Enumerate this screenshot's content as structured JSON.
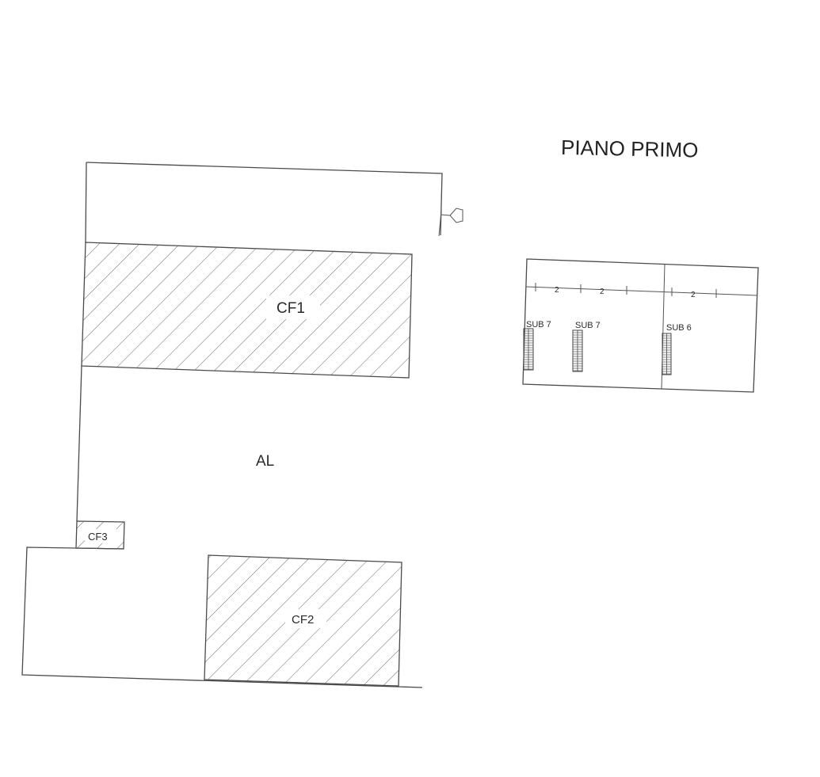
{
  "title": "PIANO PRIMO",
  "main_plan": {
    "areas": {
      "cf1": "CF1",
      "cf2": "CF2",
      "cf3": "CF3",
      "al": "AL"
    }
  },
  "key_plan": {
    "labels": [
      "SUB 7",
      "SUB 7",
      "SUB 6"
    ],
    "scale_marks": [
      "2",
      "2",
      "2"
    ]
  },
  "icons": [
    "north-arrow-icon",
    "stair-icon"
  ],
  "colors": {
    "line": "#4a4a4a",
    "hatch": "#6a6a6a",
    "text": "#2a2a2a",
    "background": "#ffffff"
  }
}
